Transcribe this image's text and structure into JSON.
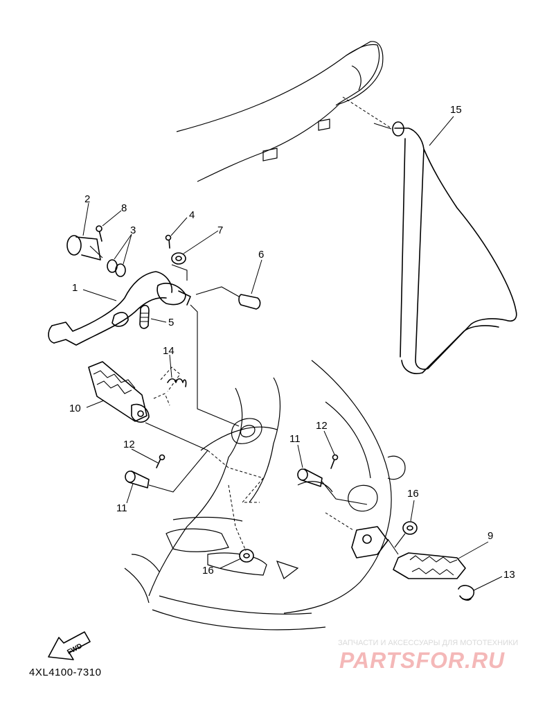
{
  "diagram": {
    "callouts": {
      "c1": "1",
      "c2": "2",
      "c3": "3",
      "c4": "4",
      "c5": "5",
      "c6": "6",
      "c7": "7",
      "c8": "8",
      "c9": "9",
      "c10": "10",
      "c11a": "11",
      "c11b": "11",
      "c12a": "12",
      "c12b": "12",
      "c13": "13",
      "c14": "14",
      "c15": "15",
      "c16a": "16",
      "c16b": "16"
    },
    "fwd_label": "FWD",
    "diagram_code": "4XL4100-7310"
  },
  "watermark": {
    "tagline": "ЗАПЧАСТИ И АКСЕССУАРЫ ДЛЯ МОТОТЕХНИКИ",
    "logo": "PARTSFOR.RU",
    "color": "#f4b8b8"
  }
}
